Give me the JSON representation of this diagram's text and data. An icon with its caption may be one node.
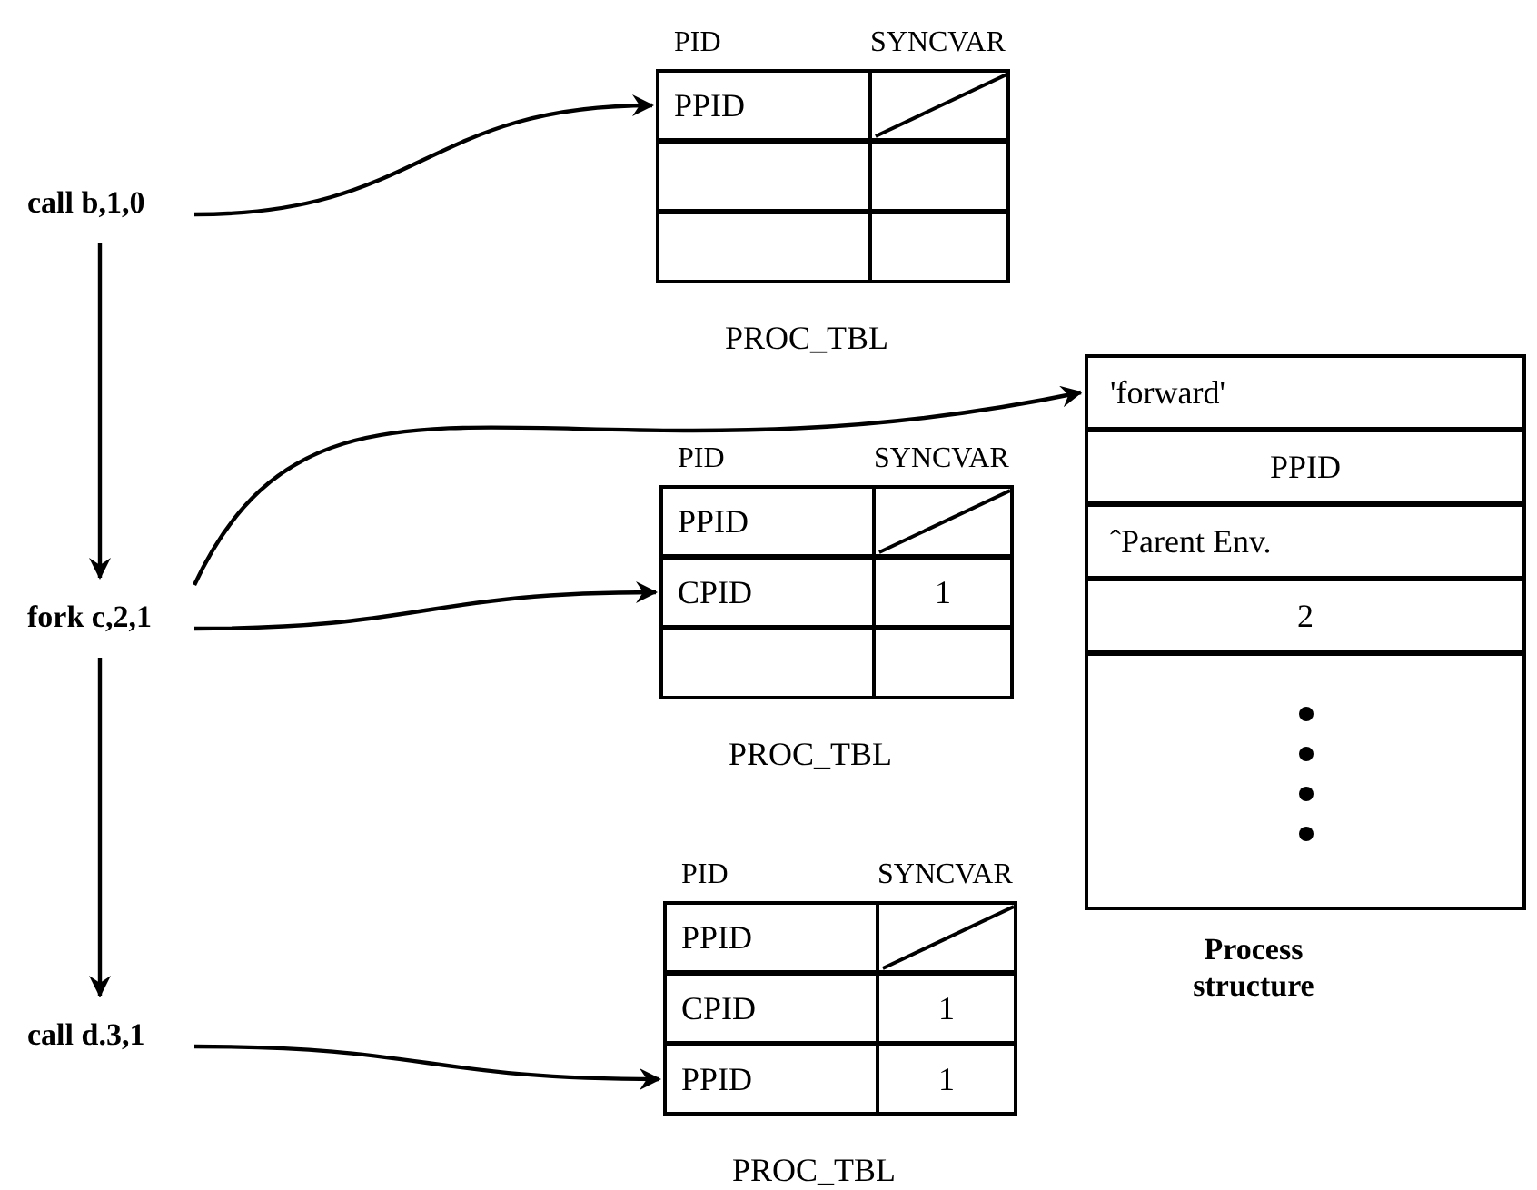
{
  "diagram": {
    "nodes": [
      {
        "text": [
          "call b,1,0"
        ]
      },
      {
        "text": [
          "PID",
          "SYNCVAR",
          "PROC_TBL"
        ]
      },
      {
        "text": [
          "PPID"
        ],
        "in": 1
      },
      {
        "text": [],
        "shape": "box",
        "in": 1
      },
      {
        "text": [],
        "shape": "box",
        "in": 1
      },
      {
        "text": [
          "fork c,2,1"
        ]
      },
      {
        "text": [
          "PID",
          "SYNCVAR",
          "PROC_TBL"
        ]
      },
      {
        "text": [
          "PPID"
        ],
        "in": 6
      },
      {
        "text": [
          "CPID",
          "1"
        ],
        "in": 6
      },
      {
        "text": [],
        "shape": "box",
        "in": 6
      },
      {
        "text": [
          "Process structure"
        ]
      },
      {
        "text": [
          "'forward'"
        ],
        "in": 10
      },
      {
        "text": [
          "PPID"
        ],
        "in": 10
      },
      {
        "text": [
          "ˆParent Env."
        ],
        "in": 10
      },
      {
        "text": [
          "2"
        ],
        "in": 10
      },
      {
        "text": [],
        "shape": "box",
        "in": 10
      },
      {
        "text": [
          "call d.3,1"
        ]
      },
      {
        "text": [
          "PID",
          "SYNCVAR",
          "PROC_TBL"
        ]
      },
      {
        "text": [
          "PPID"
        ],
        "in": 17
      },
      {
        "text": [
          "CPID",
          "1"
        ],
        "in": 17
      },
      {
        "text": [
          "PPID",
          "1"
        ],
        "in": 17
      }
    ],
    "edges": [
      {
        "from": 0,
        "to": 2,
        "arrow": "to"
      },
      {
        "from": 0,
        "to": 5,
        "arrow": "to"
      },
      {
        "from": 5,
        "to": 11,
        "arrow": "to"
      },
      {
        "from": 5,
        "to": 8,
        "arrow": "to"
      },
      {
        "from": 5,
        "to": 16,
        "arrow": "to"
      },
      {
        "from": 16,
        "to": 20,
        "arrow": "to"
      }
    ]
  }
}
